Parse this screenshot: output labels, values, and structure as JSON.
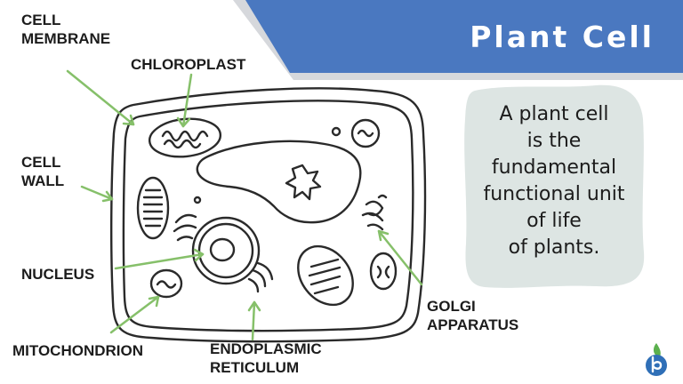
{
  "title": "Plant Cell",
  "description": [
    "A plant cell",
    "is the",
    "fundamental",
    "functional unit",
    "of life",
    "of plants."
  ],
  "labels": {
    "cell_membrane": [
      "CELL",
      "MEMBRANE"
    ],
    "chloroplast": "CHLOROPLAST",
    "cell_wall": [
      "CELL",
      "WALL"
    ],
    "nucleus": "NUCLEUS",
    "mitochondrion": "MITOCHONDRION",
    "endoplasmic_reticulum": [
      "ENDOPLASMIC",
      "RETICULUM"
    ],
    "golgi_apparatus": [
      "GOLGI",
      "APPARATUS"
    ]
  },
  "colors": {
    "banner": "#4a78c0",
    "banner_shadow": "#d6d8dc",
    "arrow": "#86c06a",
    "outline": "#2a2a2a",
    "text_blob": "#dde5e3",
    "logo_green": "#5bb04d",
    "logo_blue": "#2f6fb7"
  }
}
